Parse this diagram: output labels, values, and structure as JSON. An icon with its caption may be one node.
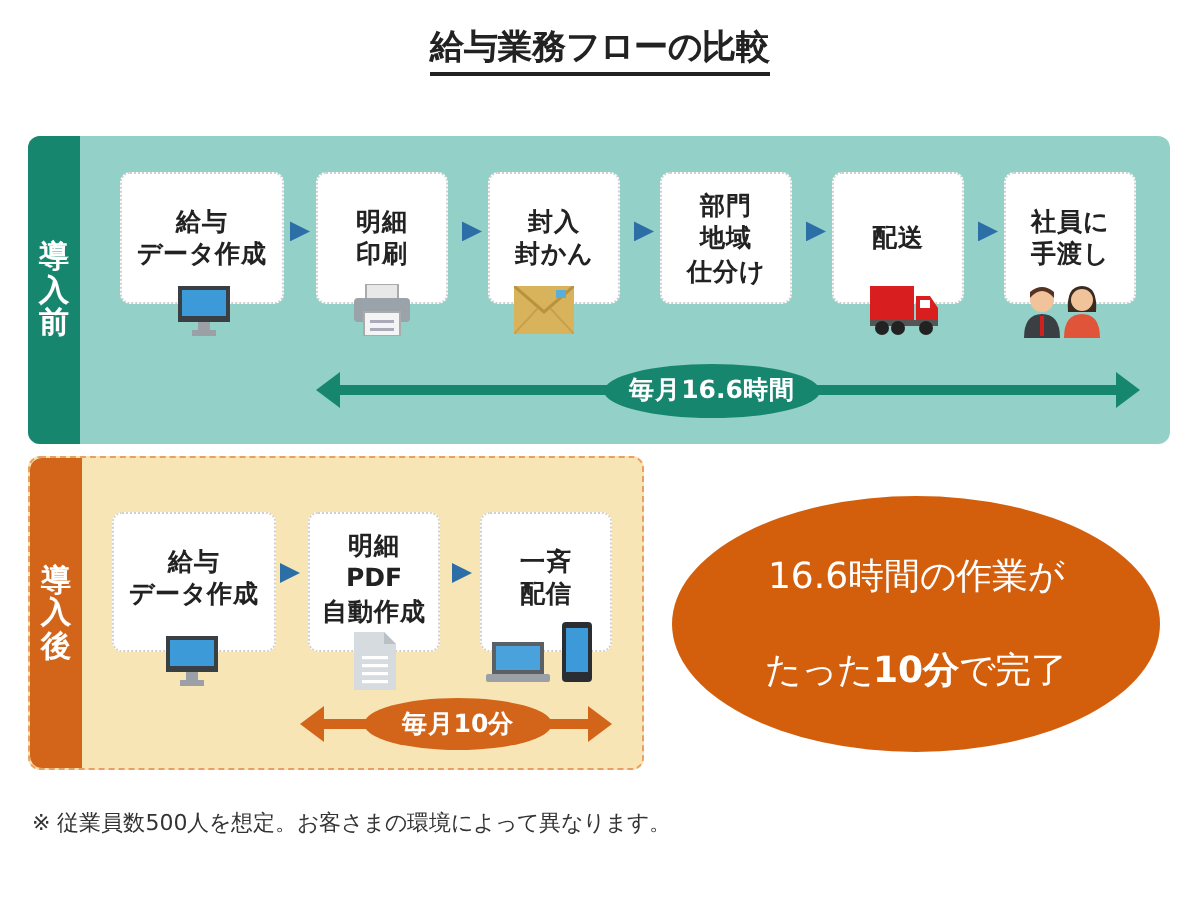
{
  "diagram": {
    "title": "給与業務フローの比較",
    "nodes": [
      {
        "text": [
          "導入前"
        ]
      },
      {
        "text": [
          "給与データ作成"
        ],
        "in": 0
      },
      {
        "text": [
          "明細印刷"
        ],
        "in": 0
      },
      {
        "text": [
          "封入封かん"
        ],
        "in": 0
      },
      {
        "text": [
          "部門地域仕分け"
        ],
        "in": 0
      },
      {
        "text": [
          "配送"
        ],
        "in": 0
      },
      {
        "text": [
          "社員に手渡し"
        ],
        "in": 0
      },
      {
        "text": [
          "導入後"
        ]
      },
      {
        "text": [
          "給与データ作成"
        ],
        "in": 7
      },
      {
        "text": [
          "明細PDF自動作成"
        ],
        "in": 7
      },
      {
        "text": [
          "一斉配信"
        ],
        "in": 7
      },
      {
        "text": [
          "16.6時間の作業がたった**10分**で完了"
        ]
      }
    ],
    "edges": [
      {
        "from": 1,
        "to": 2,
        "arrow": "to"
      },
      {
        "from": 2,
        "to": 3,
        "arrow": "to"
      },
      {
        "from": 3,
        "to": 4,
        "arrow": "to"
      },
      {
        "from": 4,
        "to": 5,
        "arrow": "to"
      },
      {
        "from": 5,
        "to": 6,
        "arrow": "to"
      },
      {
        "from": 8,
        "to": 9,
        "arrow": "to"
      },
      {
        "from": 9,
        "to": 10,
        "arrow": "to"
      }
    ],
    "labels": [
      "毎月16.6時間",
      "毎月10分",
      "※ 従業員数500人を想定。お客さまの環境によって異なります。"
    ]
  }
}
